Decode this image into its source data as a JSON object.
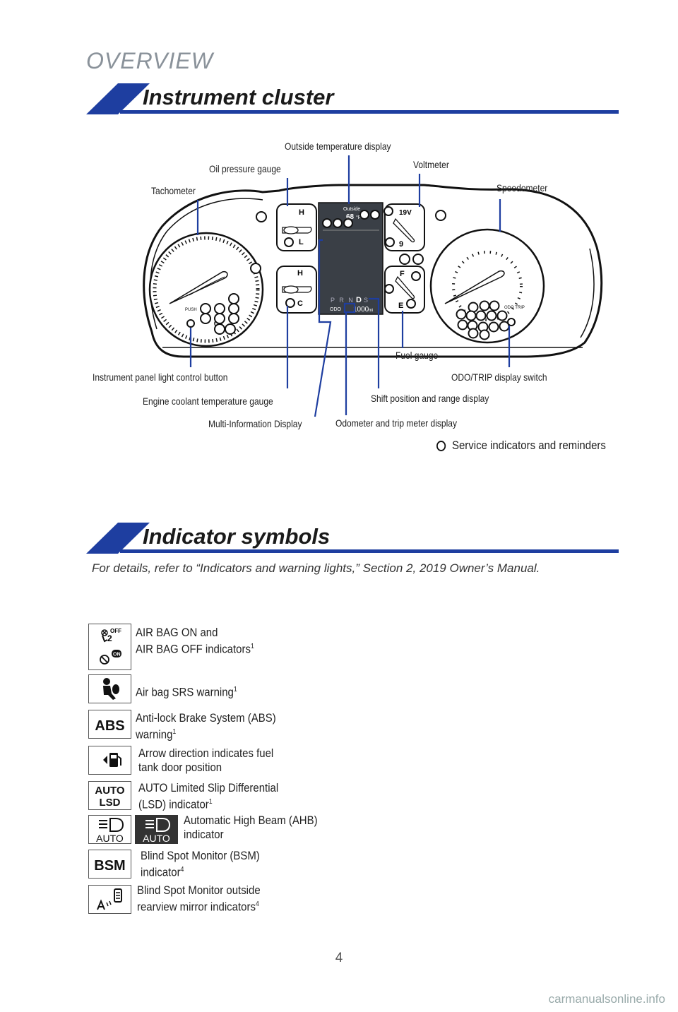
{
  "page": {
    "overview": "OVERVIEW",
    "page_number": "4",
    "watermark": "carmanualsonline.info"
  },
  "sections": {
    "cluster_title": "Instrument cluster",
    "indicators_title": "Indicator symbols"
  },
  "cluster": {
    "labels": {
      "outside_temp": "Outside temperature display",
      "voltmeter": "Voltmeter",
      "oil_pressure": "Oil pressure gauge",
      "tachometer": "Tachometer",
      "speedometer": "Speedometer",
      "fuel_gauge": "Fuel gauge",
      "panel_light": "Instrument panel light control button",
      "odo_trip_switch": "ODO/TRIP display switch",
      "coolant_temp": "Engine coolant temperature gauge",
      "shift_position": "Shift position and range display",
      "mid": "Multi-Information Display",
      "odometer": "Odometer and trip meter display"
    },
    "screen": {
      "outside": "Outside",
      "temp": "68",
      "temp_unit": "°F",
      "shift": "P R N",
      "gear": "D",
      "gear_s": "S",
      "odo": "ODO",
      "odo_value": "1000",
      "odo_unit": "mi"
    },
    "gauge_marks": {
      "oil_h": "H",
      "oil_l": "L",
      "volt_19": "19V",
      "volt_9": "9",
      "cool_h": "H",
      "cool_c": "C",
      "fuel_f": "F",
      "fuel_e": "E",
      "push": "PUSH",
      "odo_trip": "ODO TRIP"
    },
    "legend": "Service indicators and reminders"
  },
  "indicators": {
    "note": "For details, refer to “Indicators and warning lights,” Section 2, 2019 Owner’s Manual.",
    "items": [
      {
        "line1": "AIR BAG ON and",
        "line2": "AIR BAG OFF indicators",
        "sup": "1",
        "icon": "airbag-on-off-icon",
        "icon_text_off": "OFF",
        "icon_text_on": "ON"
      },
      {
        "line1": "Air bag SRS warning",
        "sup": "1",
        "icon": "airbag-srs-icon"
      },
      {
        "line1": "Anti-lock Brake System (ABS)",
        "line2": "warning",
        "sup": "1",
        "icon": "abs-icon",
        "icon_text": "ABS"
      },
      {
        "line1": "Arrow direction indicates fuel",
        "line2": "tank door position",
        "icon": "fuel-door-icon"
      },
      {
        "line1": "AUTO Limited Slip Differential",
        "line2": "(LSD) indicator",
        "sup": "1",
        "icon": "auto-lsd-icon",
        "icon_text": "AUTO",
        "icon_text2": "LSD"
      },
      {
        "line1": "Automatic High Beam (AHB)",
        "line2": "indicator",
        "icon": "auto-high-beam-icon",
        "icon_text": "AUTO"
      },
      {
        "line1": "Blind Spot Monitor (BSM)",
        "line2": "indicator",
        "sup": "4",
        "icon": "bsm-icon",
        "icon_text": "BSM"
      },
      {
        "line1": "Blind Spot Monitor outside",
        "line2": "rearview mirror indicators",
        "sup": "4",
        "icon": "bsm-mirror-icon"
      }
    ]
  },
  "colors": {
    "accent_blue": "#1e3ea0",
    "screen": "#3a3f46"
  }
}
